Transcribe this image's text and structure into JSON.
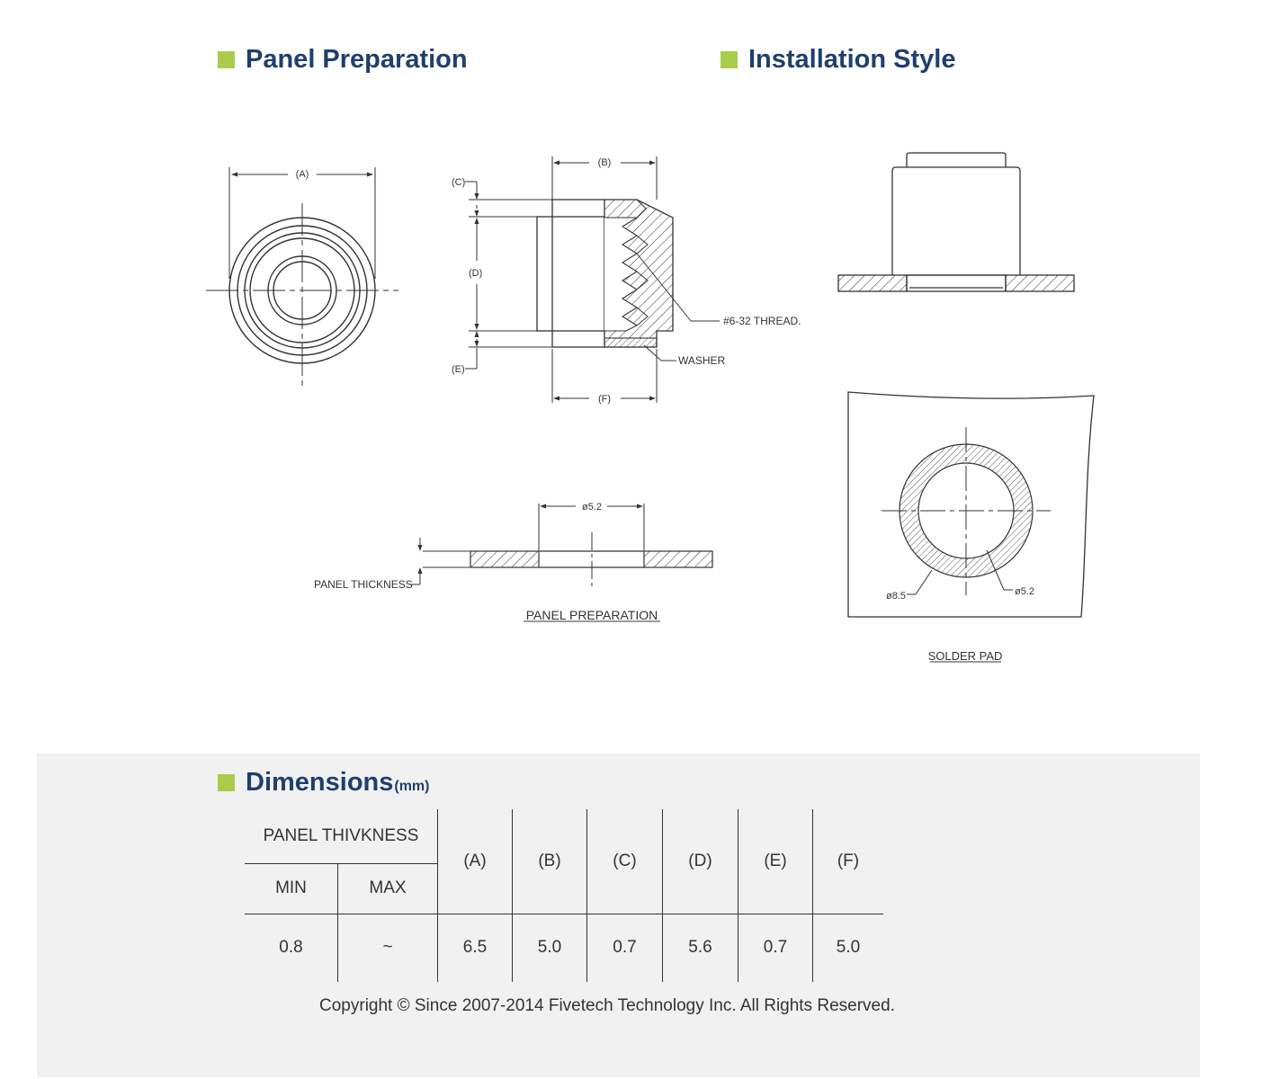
{
  "sections": {
    "panel_preparation": "Panel Preparation",
    "installation_style": "Installation Style",
    "dimensions": "Dimensions",
    "dimensions_unit": "(mm)"
  },
  "drawing_labels": {
    "a": "(A)",
    "b": "(B)",
    "c": "(C)",
    "d": "(D)",
    "e": "(E)",
    "f": "(F)",
    "thread": "#6-32 THREAD.",
    "washer": "WASHER",
    "hole_dia": "ø5.2",
    "panel_thickness": "PANEL THICKNESS",
    "panel_preparation_caption": "PANEL PREPARATION",
    "solder_outer": "ø8.5",
    "solder_inner": "ø5.2",
    "solder_pad_caption": "SOLDER PAD"
  },
  "table": {
    "panel_header": "PANEL THIVKNESS",
    "min": "MIN",
    "max": "MAX",
    "columns": [
      "(A)",
      "(B)",
      "(C)",
      "(D)",
      "(E)",
      "(F)"
    ],
    "row": {
      "min": "0.8",
      "max": "~",
      "values": [
        "6.5",
        "5.0",
        "0.7",
        "5.6",
        "0.7",
        "5.0"
      ]
    }
  },
  "footer": {
    "copyright": "Copyright © Since 2007-2014 Fivetech Technology Inc. All Rights Reserved."
  },
  "colors": {
    "title": "#1f3f6e",
    "accent_square": "#a9cc4b",
    "band": "#f1f1f1"
  }
}
